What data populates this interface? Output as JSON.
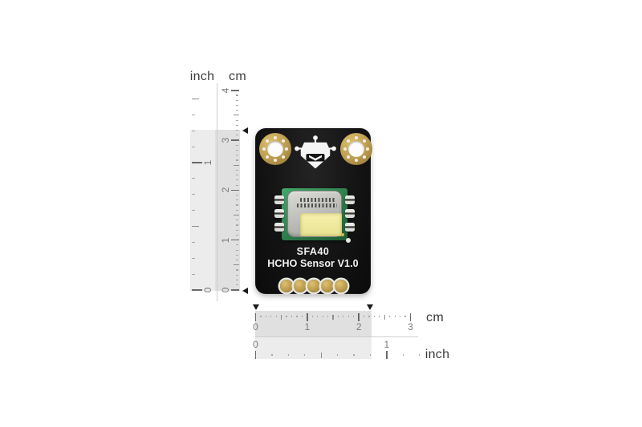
{
  "board": {
    "title": "SFA40",
    "subtitle": "HCHO Sensor V1.0",
    "colors": {
      "pcb_black": "#141414",
      "gold": "#bb9a4d",
      "sensor_pcb_green": "#2f8a52",
      "sensor_window_yellow": "#efe99d",
      "lid_silver": "#bdbdb9"
    }
  },
  "rulers": {
    "vertical": {
      "top_labels": {
        "inch": "inch",
        "cm": "cm"
      },
      "cm_numbers": [
        "0",
        "1",
        "2",
        "3",
        "4"
      ],
      "inch_numbers": [
        "0",
        "1"
      ]
    },
    "horizontal": {
      "cm_numbers": [
        "0",
        "1",
        "2",
        "3"
      ],
      "inch_numbers": [
        "0",
        "1"
      ],
      "side_labels": {
        "cm": "cm",
        "inch": "inch"
      }
    },
    "highlight_colors": {
      "light": "#ececec",
      "dark": "#e0e0e0"
    },
    "marker_color": "#1a1a1a"
  }
}
